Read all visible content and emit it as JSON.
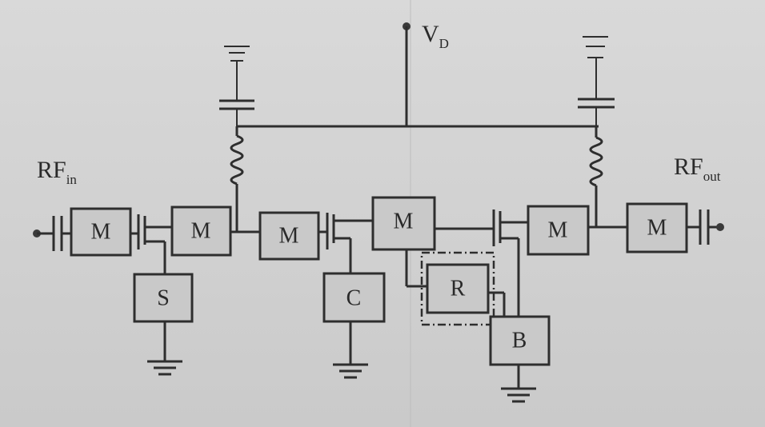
{
  "labels": {
    "vd": "V",
    "vd_sub": "D",
    "rf_in": "RF",
    "rf_in_sub": "in",
    "rf_out": "RF",
    "rf_out_sub": "out"
  },
  "blocks": {
    "m1": "M",
    "m2": "M",
    "m3": "M",
    "m4": "M",
    "m5": "M",
    "m6": "M",
    "s": "S",
    "c": "C",
    "r": "R",
    "b": "B"
  },
  "colors": {
    "line": "#2e2e2e",
    "block_fill": "#c9c9c9",
    "background": "#d6d6d6"
  }
}
